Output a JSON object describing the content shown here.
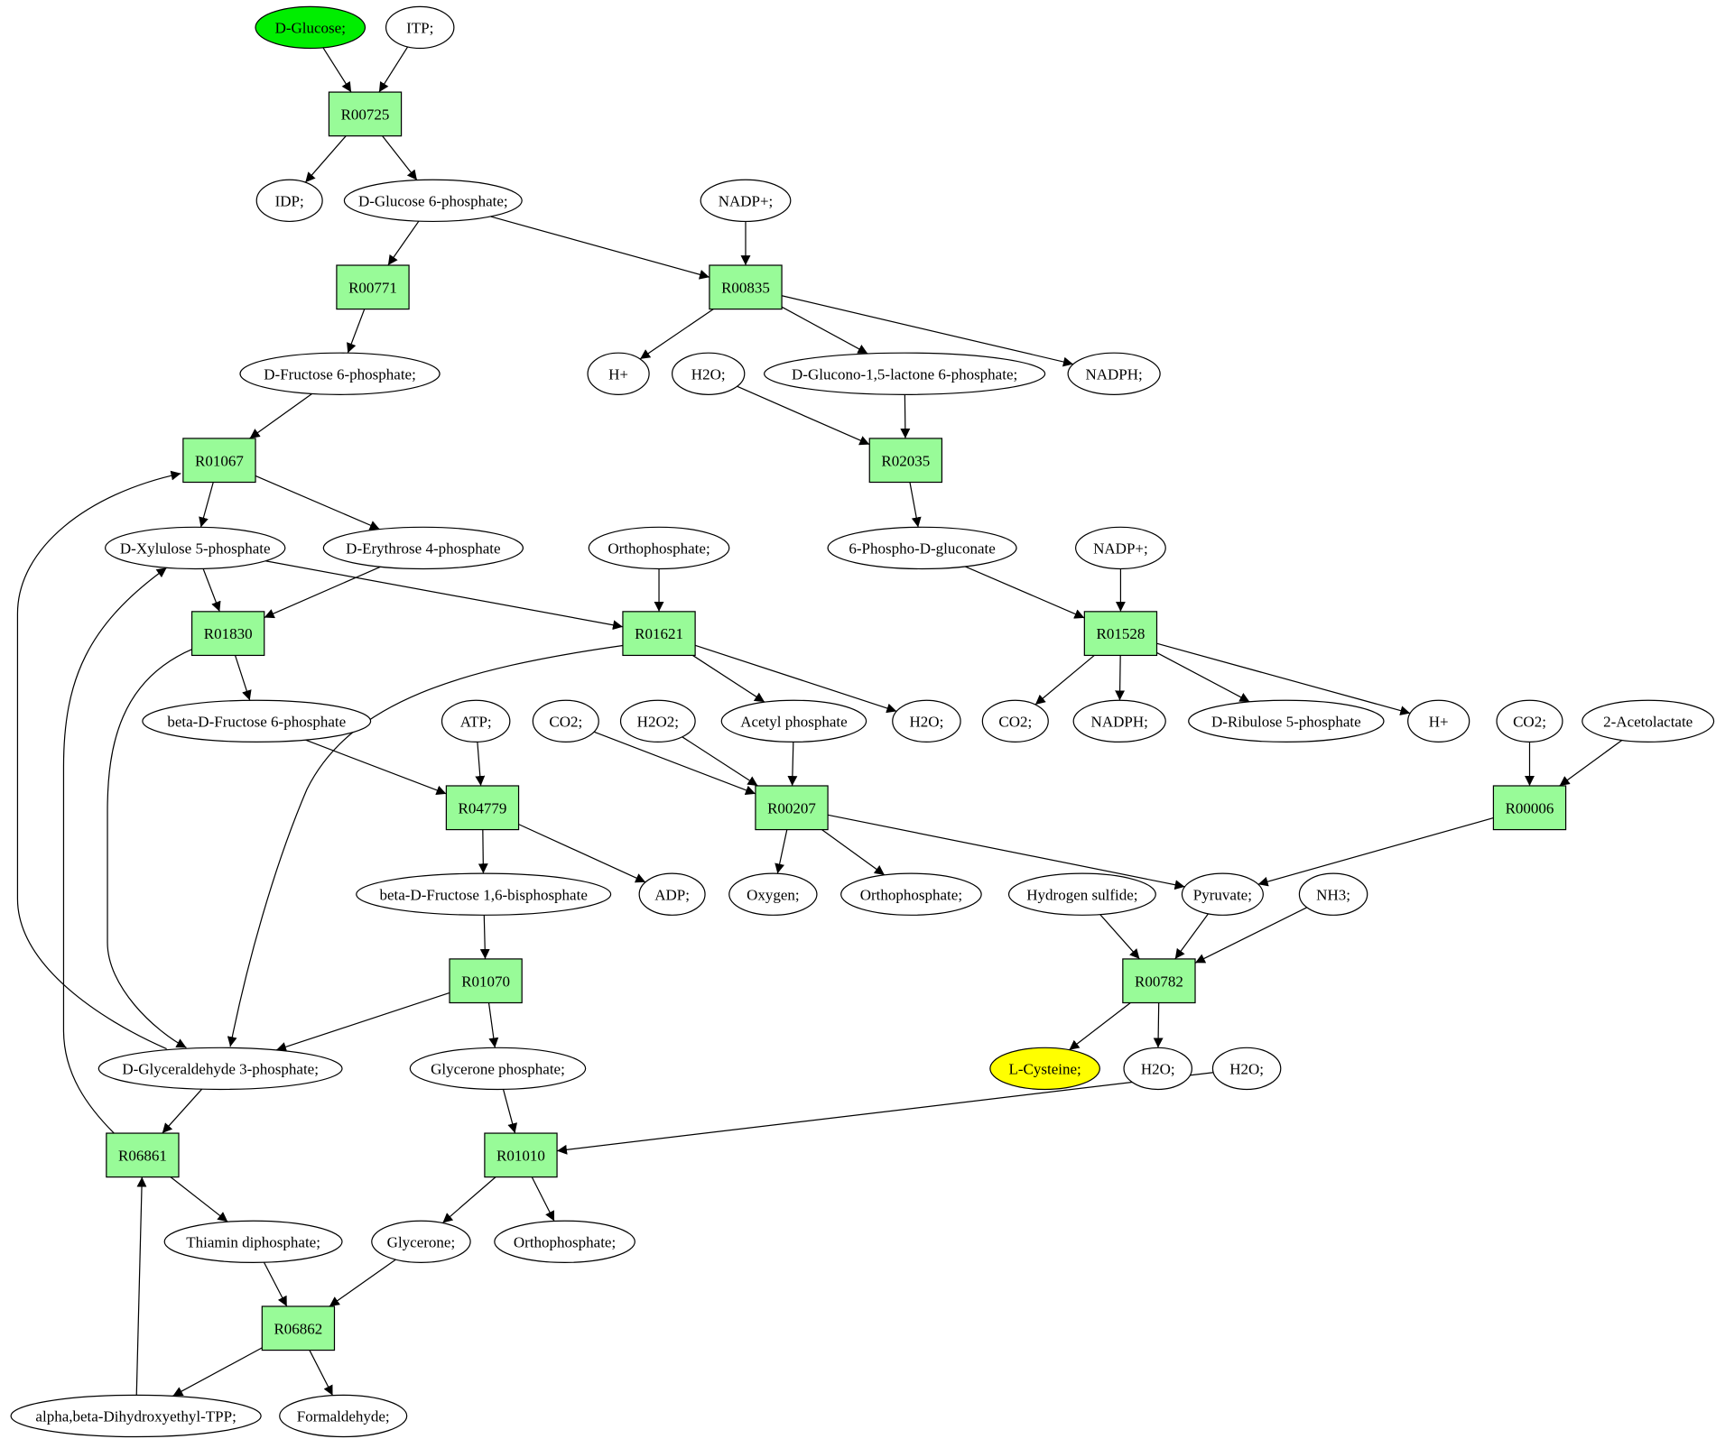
{
  "diagram": {
    "type": "metabolic-pathway-graph",
    "colors": {
      "reaction_fill": "#98fb98",
      "source_fill": "#00ee00",
      "target_fill": "#ffff00",
      "compound_fill": "#ffffff",
      "stroke": "#000000"
    },
    "reactions": [
      {
        "id": "R00725",
        "label": "R00725"
      },
      {
        "id": "R00771",
        "label": "R00771"
      },
      {
        "id": "R00835",
        "label": "R00835"
      },
      {
        "id": "R02035",
        "label": "R02035"
      },
      {
        "id": "R01067",
        "label": "R01067"
      },
      {
        "id": "R01830",
        "label": "R01830"
      },
      {
        "id": "R01621",
        "label": "R01621"
      },
      {
        "id": "R01528",
        "label": "R01528"
      },
      {
        "id": "R04779",
        "label": "R04779"
      },
      {
        "id": "R00207",
        "label": "R00207"
      },
      {
        "id": "R00006",
        "label": "R00006"
      },
      {
        "id": "R01070",
        "label": "R01070"
      },
      {
        "id": "R00782",
        "label": "R00782"
      },
      {
        "id": "R06861",
        "label": "R06861"
      },
      {
        "id": "R01010",
        "label": "R01010"
      },
      {
        "id": "R06862",
        "label": "R06862"
      }
    ],
    "compounds": [
      {
        "id": "glucose",
        "label": "D-Glucose;",
        "role": "source"
      },
      {
        "id": "itp",
        "label": "ITP;"
      },
      {
        "id": "idp",
        "label": "IDP;"
      },
      {
        "id": "g6p",
        "label": "D-Glucose 6-phosphate;"
      },
      {
        "id": "nadp1",
        "label": "NADP+;"
      },
      {
        "id": "f6p",
        "label": "D-Fructose 6-phosphate;"
      },
      {
        "id": "hplus1",
        "label": "H+"
      },
      {
        "id": "h2o1",
        "label": "H2O;"
      },
      {
        "id": "glucono",
        "label": "D-Glucono-1,5-lactone 6-phosphate;"
      },
      {
        "id": "nadph1",
        "label": "NADPH;"
      },
      {
        "id": "xu5p",
        "label": "D-Xylulose 5-phosphate"
      },
      {
        "id": "e4p",
        "label": "D-Erythrose 4-phosphate"
      },
      {
        "id": "pi1",
        "label": "Orthophosphate;"
      },
      {
        "id": "pgluconate",
        "label": "6-Phospho-D-gluconate"
      },
      {
        "id": "nadp2",
        "label": "NADP+;"
      },
      {
        "id": "bf6p",
        "label": "beta-D-Fructose 6-phosphate"
      },
      {
        "id": "atp",
        "label": "ATP;"
      },
      {
        "id": "co2a",
        "label": "CO2;"
      },
      {
        "id": "h2o2",
        "label": "H2O2;"
      },
      {
        "id": "acp",
        "label": "Acetyl phosphate"
      },
      {
        "id": "h2o2b",
        "label": "H2O;"
      },
      {
        "id": "co2b",
        "label": "CO2;"
      },
      {
        "id": "nadph2",
        "label": "NADPH;"
      },
      {
        "id": "ru5p",
        "label": "D-Ribulose 5-phosphate"
      },
      {
        "id": "hplus2",
        "label": "H+"
      },
      {
        "id": "co2c",
        "label": "CO2;"
      },
      {
        "id": "acetolactate",
        "label": "2-Acetolactate"
      },
      {
        "id": "bfbp",
        "label": "beta-D-Fructose 1,6-bisphosphate"
      },
      {
        "id": "adp",
        "label": "ADP;"
      },
      {
        "id": "oxygen",
        "label": "Oxygen;"
      },
      {
        "id": "pi2",
        "label": "Orthophosphate;"
      },
      {
        "id": "h2s",
        "label": "Hydrogen sulfide;"
      },
      {
        "id": "pyruvate",
        "label": "Pyruvate;"
      },
      {
        "id": "nh3",
        "label": "NH3;"
      },
      {
        "id": "gap",
        "label": "D-Glyceraldehyde 3-phosphate;"
      },
      {
        "id": "dhap",
        "label": "Glycerone phosphate;"
      },
      {
        "id": "cysteine",
        "label": "L-Cysteine;",
        "role": "target"
      },
      {
        "id": "h2o3",
        "label": "H2O;"
      },
      {
        "id": "h2o4",
        "label": "H2O;"
      },
      {
        "id": "tpp",
        "label": "Thiamin diphosphate;"
      },
      {
        "id": "glycerone",
        "label": "Glycerone;"
      },
      {
        "id": "pi3",
        "label": "Orthophosphate;"
      },
      {
        "id": "dhetpp",
        "label": "alpha,beta-Dihydroxyethyl-TPP;"
      },
      {
        "id": "formaldehyde",
        "label": "Formaldehyde;"
      }
    ],
    "edges": [
      [
        "glucose",
        "R00725"
      ],
      [
        "itp",
        "R00725"
      ],
      [
        "R00725",
        "idp"
      ],
      [
        "R00725",
        "g6p"
      ],
      [
        "g6p",
        "R00771"
      ],
      [
        "g6p",
        "R00835"
      ],
      [
        "nadp1",
        "R00835"
      ],
      [
        "R00771",
        "f6p"
      ],
      [
        "R00835",
        "hplus1"
      ],
      [
        "R00835",
        "glucono"
      ],
      [
        "R00835",
        "nadph1"
      ],
      [
        "f6p",
        "R01067"
      ],
      [
        "h2o1",
        "R02035"
      ],
      [
        "glucono",
        "R02035"
      ],
      [
        "R01067",
        "xu5p"
      ],
      [
        "R01067",
        "e4p"
      ],
      [
        "R02035",
        "pgluconate"
      ],
      [
        "xu5p",
        "R01830"
      ],
      [
        "e4p",
        "R01830"
      ],
      [
        "xu5p",
        "R01621"
      ],
      [
        "pi1",
        "R01621"
      ],
      [
        "pgluconate",
        "R01528"
      ],
      [
        "nadp2",
        "R01528"
      ],
      [
        "R01830",
        "bf6p"
      ],
      [
        "R01830",
        "gap"
      ],
      [
        "R01621",
        "gap"
      ],
      [
        "R01621",
        "acp"
      ],
      [
        "R01621",
        "h2o2b"
      ],
      [
        "R01528",
        "co2b"
      ],
      [
        "R01528",
        "nadph2"
      ],
      [
        "R01528",
        "ru5p"
      ],
      [
        "R01528",
        "hplus2"
      ],
      [
        "bf6p",
        "R04779"
      ],
      [
        "atp",
        "R04779"
      ],
      [
        "co2a",
        "R00207"
      ],
      [
        "h2o2",
        "R00207"
      ],
      [
        "acp",
        "R00207"
      ],
      [
        "co2c",
        "R00006"
      ],
      [
        "acetolactate",
        "R00006"
      ],
      [
        "R04779",
        "bfbp"
      ],
      [
        "R04779",
        "adp"
      ],
      [
        "R00207",
        "oxygen"
      ],
      [
        "R00207",
        "pi2"
      ],
      [
        "R00207",
        "pyruvate"
      ],
      [
        "R00006",
        "pyruvate"
      ],
      [
        "bfbp",
        "R01070"
      ],
      [
        "h2s",
        "R00782"
      ],
      [
        "pyruvate",
        "R00782"
      ],
      [
        "nh3",
        "R00782"
      ],
      [
        "R01070",
        "gap"
      ],
      [
        "R01070",
        "dhap"
      ],
      [
        "gap",
        "R01067"
      ],
      [
        "R00782",
        "cysteine"
      ],
      [
        "R00782",
        "h2o3"
      ],
      [
        "gap",
        "R06861"
      ],
      [
        "dhap",
        "R01010"
      ],
      [
        "h2o4",
        "R01010"
      ],
      [
        "R06861",
        "xu5p"
      ],
      [
        "R06861",
        "tpp"
      ],
      [
        "R01010",
        "glycerone"
      ],
      [
        "R01010",
        "pi3"
      ],
      [
        "tpp",
        "R06862"
      ],
      [
        "glycerone",
        "R06862"
      ],
      [
        "R06862",
        "dhetpp"
      ],
      [
        "R06862",
        "formaldehyde"
      ],
      [
        "dhetpp",
        "R06861"
      ]
    ]
  }
}
